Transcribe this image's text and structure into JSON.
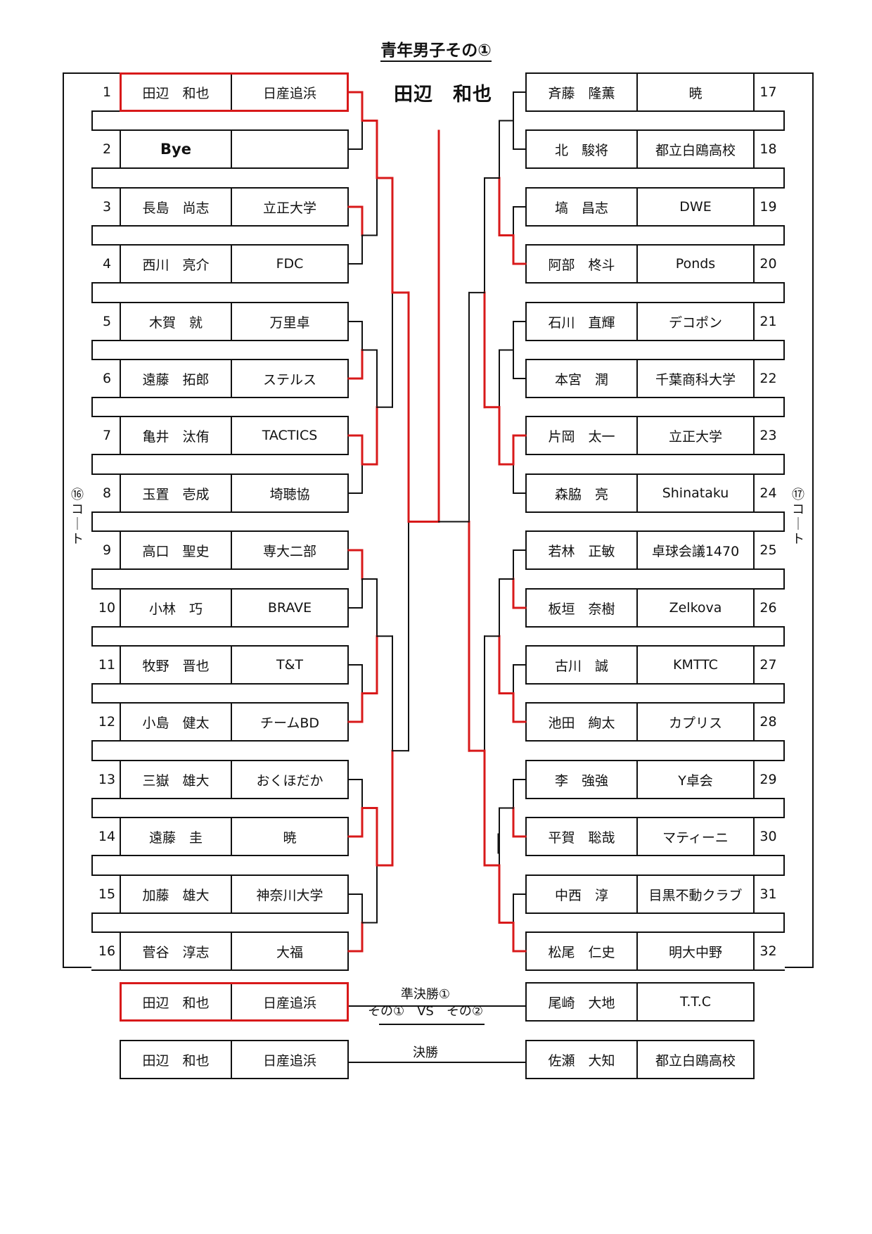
{
  "title": "青年男子その①",
  "winner": "田辺　和也",
  "courts": {
    "left": "⑯\nコ\n｜\nト",
    "right": "⑰\nコ\n｜\nト"
  },
  "colors": {
    "line": "#111111",
    "win": "#d8191a"
  },
  "left_players": [
    {
      "seed": "1",
      "name": "田辺　和也",
      "club": "日産追浜"
    },
    {
      "seed": "2",
      "name": "Bye",
      "club": ""
    },
    {
      "seed": "3",
      "name": "長島　尚志",
      "club": "立正大学"
    },
    {
      "seed": "4",
      "name": "西川　亮介",
      "club": "FDC"
    },
    {
      "seed": "5",
      "name": "木賀　就",
      "club": "万里卓"
    },
    {
      "seed": "6",
      "name": "遠藤　拓郎",
      "club": "ステルス"
    },
    {
      "seed": "7",
      "name": "亀井　汰侑",
      "club": "TACTICS"
    },
    {
      "seed": "8",
      "name": "玉置　壱成",
      "club": "埼聴協"
    },
    {
      "seed": "9",
      "name": "高口　聖史",
      "club": "専大二部"
    },
    {
      "seed": "10",
      "name": "小林　巧",
      "club": "BRAVE"
    },
    {
      "seed": "11",
      "name": "牧野　晋也",
      "club": "T&T"
    },
    {
      "seed": "12",
      "name": "小島　健太",
      "club": "チームBD"
    },
    {
      "seed": "13",
      "name": "三嶽　雄大",
      "club": "おくほだか"
    },
    {
      "seed": "14",
      "name": "遠藤　圭",
      "club": "暁"
    },
    {
      "seed": "15",
      "name": "加藤　雄大",
      "club": "神奈川大学"
    },
    {
      "seed": "16",
      "name": "菅谷　淳志",
      "club": "大福"
    }
  ],
  "right_players": [
    {
      "seed": "17",
      "name": "斉藤　隆薫",
      "club": "暁"
    },
    {
      "seed": "18",
      "name": "北　駿将",
      "club": "都立白鴎高校"
    },
    {
      "seed": "19",
      "name": "塙　昌志",
      "club": "DWE"
    },
    {
      "seed": "20",
      "name": "阿部　柊斗",
      "club": "Ponds"
    },
    {
      "seed": "21",
      "name": "石川　直輝",
      "club": "デコポン"
    },
    {
      "seed": "22",
      "name": "本宮　潤",
      "club": "千葉商科大学"
    },
    {
      "seed": "23",
      "name": "片岡　太一",
      "club": "立正大学"
    },
    {
      "seed": "24",
      "name": "森脇　亮",
      "club": "Shinataku"
    },
    {
      "seed": "25",
      "name": "若林　正敏",
      "club": "卓球会議1470"
    },
    {
      "seed": "26",
      "name": "板垣　奈樹",
      "club": "Zelkova"
    },
    {
      "seed": "27",
      "name": "古川　誠",
      "club": "KMTTC"
    },
    {
      "seed": "28",
      "name": "池田　絢太",
      "club": "カプリス"
    },
    {
      "seed": "29",
      "name": "李　強強",
      "club": "Y卓会"
    },
    {
      "seed": "30",
      "name": "平賀　聡哉",
      "club": "マティーニ"
    },
    {
      "seed": "31",
      "name": "中西　淳",
      "club": "目黒不動クラブ"
    },
    {
      "seed": "32",
      "name": "松尾　仁史",
      "club": "明大中野"
    }
  ],
  "results": {
    "left_r1": [
      0,
      0,
      1,
      0,
      0,
      1,
      1,
      1
    ],
    "left_r2": [
      0,
      1,
      1,
      0
    ],
    "left_r3": [
      0,
      1
    ],
    "left_r4": [
      0
    ],
    "right_r1": [
      -1,
      1,
      -1,
      0,
      1,
      1,
      1,
      1
    ],
    "right_r2": [
      1,
      1,
      1,
      1
    ],
    "right_r3": [
      1,
      1
    ],
    "right_r4": [
      1
    ]
  },
  "semifinal": {
    "label": "準決勝①",
    "sublabel": "その①　VS　その②",
    "left": {
      "name": "田辺　和也",
      "club": "日産追浜"
    },
    "right": {
      "name": "尾崎　大地",
      "club": "T.T.C"
    }
  },
  "final": {
    "label": "決勝",
    "left": {
      "name": "田辺　和也",
      "club": "日産追浜"
    },
    "right": {
      "name": "佐瀬　大知",
      "club": "都立白鴎高校"
    }
  }
}
